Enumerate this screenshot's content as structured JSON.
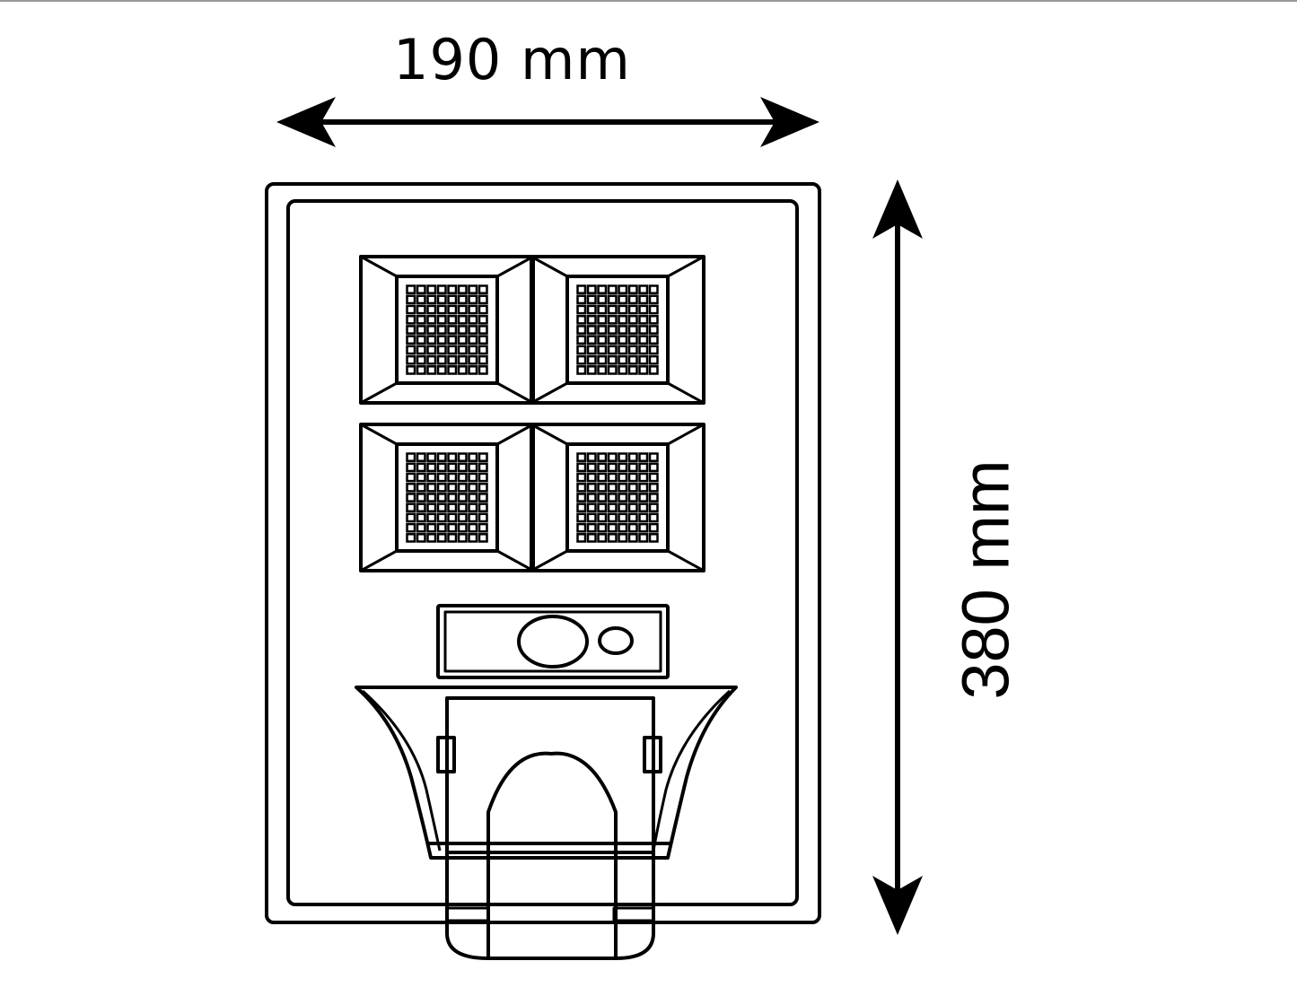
{
  "dimensions": {
    "width_label": "190 mm",
    "height_label": "380 mm"
  },
  "led_modules": {
    "count": 4,
    "grid_rows": 9,
    "grid_cols": 8
  },
  "colors": {
    "line": "#000000",
    "background": "#ffffff"
  }
}
